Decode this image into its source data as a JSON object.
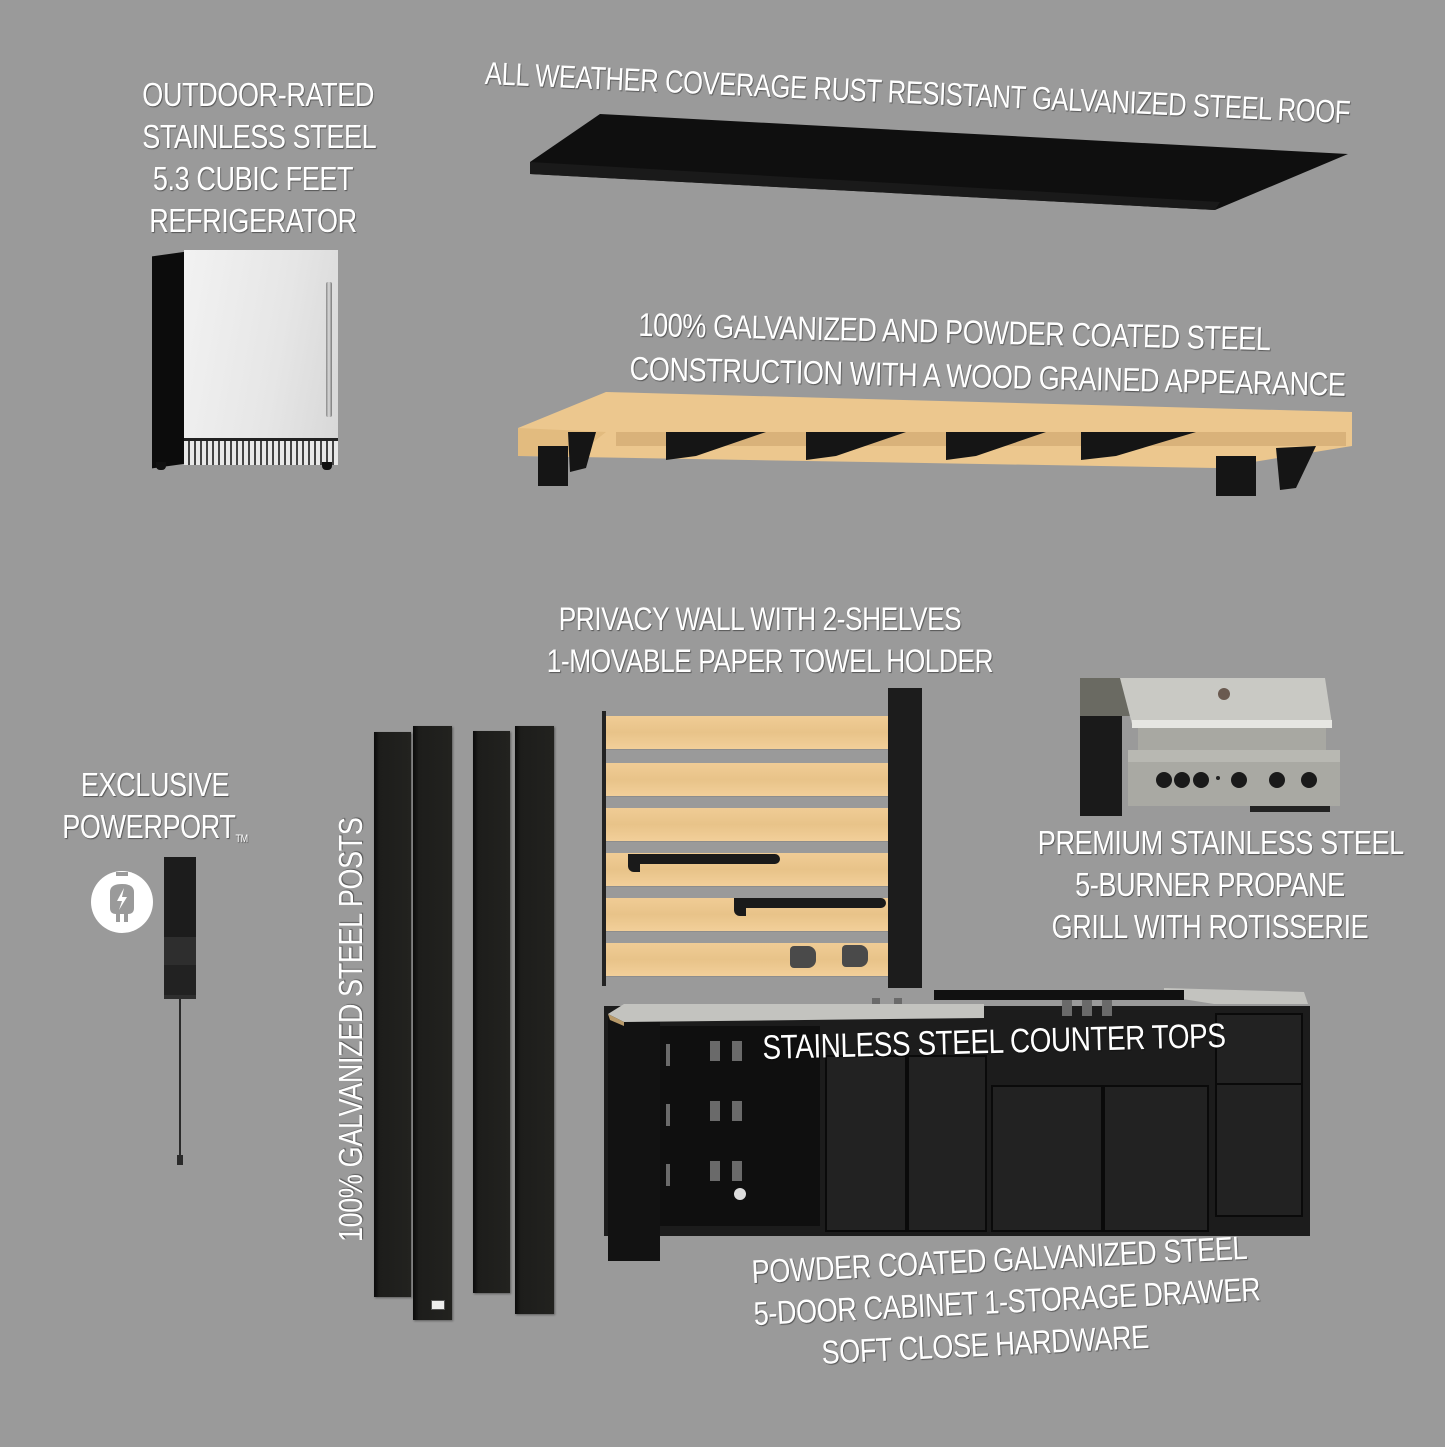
{
  "background_color": "#9a9a9a",
  "labels": {
    "refrigerator": [
      "OUTDOOR-RATED",
      "STAINLESS STEEL",
      "5.3 CUBIC FEET",
      "REFRIGERATOR"
    ],
    "roof": "ALL WEATHER COVERAGE RUST RESISTANT GALVANIZED STEEL ROOF",
    "pergola": [
      "100% GALVANIZED AND POWDER COATED STEEL",
      "CONSTRUCTION WITH A WOOD GRAINED APPEARANCE"
    ],
    "privacy_wall": [
      "PRIVACY WALL WITH 2-SHELVES",
      "1-MOVABLE PAPER TOWEL HOLDER"
    ],
    "powerport": [
      "EXCLUSIVE",
      "POWERPORT"
    ],
    "powerport_tm": "TM",
    "posts": "100% GALVANIZED STEEL POSTS",
    "grill": [
      "PREMIUM STAINLESS STEEL",
      "5-BURNER PROPANE",
      "GRILL WITH ROTISSERIE"
    ],
    "counter_tops": "STAINLESS STEEL COUNTER TOPS",
    "cabinet": [
      "POWDER COATED GALVANIZED STEEL",
      "5-DOOR CABINET 1-STORAGE DRAWER",
      "SOFT CLOSE HARDWARE"
    ]
  },
  "components": {
    "refrigerator": {
      "capacity_cubic_feet": 5.3,
      "color": "stainless"
    },
    "roof": {
      "color": "#111111"
    },
    "pergola": {
      "wood_color": "#ebc58c",
      "bracket_color": "#161616"
    },
    "posts": {
      "count": 4,
      "color": "#1e1e1c"
    },
    "privacy_wall": {
      "slats": 6,
      "shelves": 2,
      "towel_holders": 1
    },
    "grill": {
      "burners": 5,
      "knobs": 6
    },
    "cabinet": {
      "doors": 5,
      "drawers": 1,
      "countertop_color": "#c3c3bf"
    },
    "powerport": {
      "icon": "plug-lightning-icon"
    }
  }
}
